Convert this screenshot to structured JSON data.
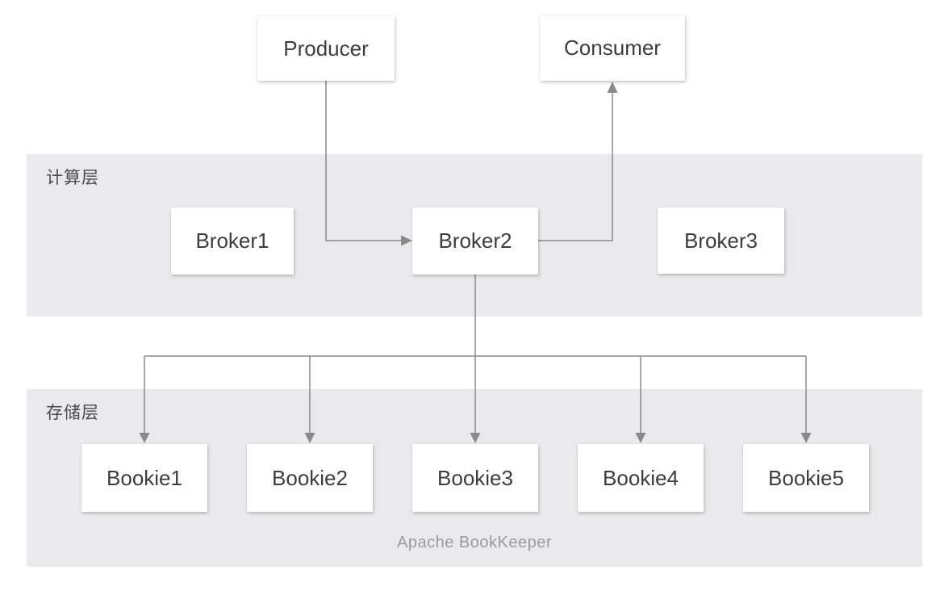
{
  "diagram": {
    "title_hidden": "",
    "nodes": {
      "producer": {
        "label": "Producer"
      },
      "consumer": {
        "label": "Consumer"
      },
      "broker1": {
        "label": "Broker1"
      },
      "broker2": {
        "label": "Broker2"
      },
      "broker3": {
        "label": "Broker3"
      },
      "bookie1": {
        "label": "Bookie1"
      },
      "bookie2": {
        "label": "Bookie2"
      },
      "bookie3": {
        "label": "Bookie3"
      },
      "bookie4": {
        "label": "Bookie4"
      },
      "bookie5": {
        "label": "Bookie5"
      }
    },
    "layers": {
      "compute": {
        "label": "计算层"
      },
      "storage": {
        "label": "存储层",
        "caption": "Apache BookKeeper"
      }
    },
    "edges": [
      {
        "from": "producer",
        "to": "broker2"
      },
      {
        "from": "broker2",
        "to": "consumer"
      },
      {
        "from": "broker2",
        "to": "bookie1"
      },
      {
        "from": "broker2",
        "to": "bookie2"
      },
      {
        "from": "broker2",
        "to": "bookie3"
      },
      {
        "from": "broker2",
        "to": "bookie4"
      },
      {
        "from": "broker2",
        "to": "bookie5"
      }
    ],
    "colors": {
      "band_background": "#eaeaec",
      "node_background": "#ffffff",
      "node_text": "#3d3d3d",
      "layer_label_text": "#4a4a4a",
      "caption_text": "#9b9b9b",
      "connector_line": "#8a8a8a"
    }
  }
}
